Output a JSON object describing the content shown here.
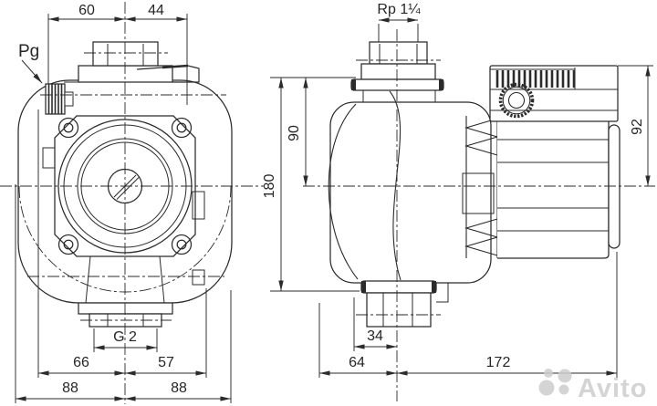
{
  "page": {
    "background": "#ffffff",
    "line_color": "#2b2b2b",
    "watermark_color": "#cdcdcd",
    "description_labels_only": true
  },
  "views": {
    "front": {
      "labels": {
        "cable_gland": "Pg",
        "top_width_left": "60",
        "top_width_right": "44",
        "bottom_thread": "G 2",
        "bottom_left": "66",
        "bottom_right": "57",
        "overall_left": "88",
        "overall_right": "88"
      }
    },
    "side": {
      "labels": {
        "top_thread": "Rp 1¼",
        "height_center": "90",
        "height_overall": "180",
        "motor_height": "92",
        "port_offset": "34",
        "body_left": "64",
        "motor_length": "172"
      }
    }
  },
  "watermark": {
    "text": "Avito"
  }
}
